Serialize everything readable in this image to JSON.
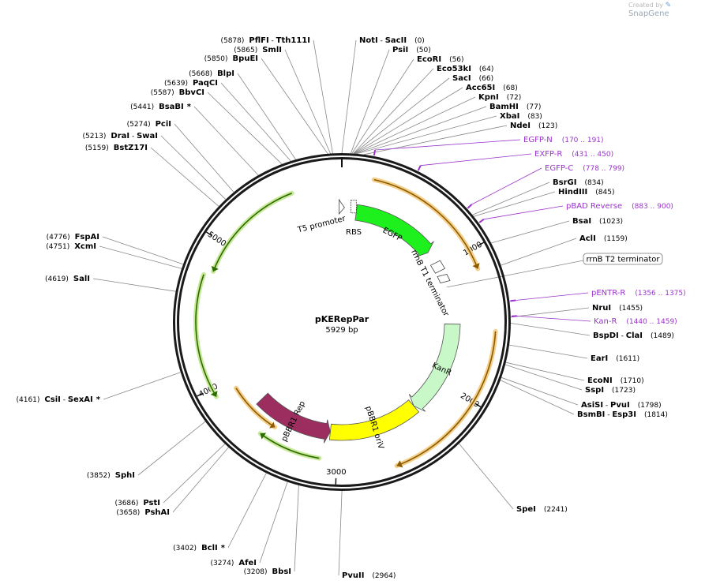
{
  "watermark": {
    "prefix": "Created by",
    "brand": "SnapGene",
    "icon": "snapgene-logo-icon"
  },
  "plasmid": {
    "name": "pKERepPar",
    "size_label": "5929 bp",
    "length": 5929
  },
  "ticks": [
    {
      "pos": 1000,
      "label": "1000"
    },
    {
      "pos": 2000,
      "label": "2000"
    },
    {
      "pos": 3000,
      "label": "3000"
    },
    {
      "pos": 4000,
      "label": "4000"
    },
    {
      "pos": 5000,
      "label": "5000"
    }
  ],
  "features": [
    {
      "id": "t5-promoter",
      "label": "T5 promoter",
      "start": 5895,
      "end": 5929,
      "type": "promoter-box",
      "color": "#ffffff"
    },
    {
      "id": "rbs",
      "label": "RBS",
      "start": 80,
      "end": 100,
      "type": "rbs",
      "color": "#ffffff"
    },
    {
      "id": "egfp",
      "label": "EGFP",
      "start": 123,
      "end": 842,
      "type": "arrow",
      "strand": 1,
      "color": "#1ef01e"
    },
    {
      "id": "rrnb-t1",
      "label": "rrnB T1 terminator",
      "start": 880,
      "end": 1080,
      "type": "terminator",
      "color": "#ffffff"
    },
    {
      "id": "kanr",
      "label": "KanR",
      "start": 1500,
      "end": 2296,
      "type": "arrow",
      "strand": 1,
      "color": "#c8f7c8"
    },
    {
      "id": "pbbr1-oriv",
      "label": "pBBR1 oriV",
      "start": 2296,
      "end": 3063,
      "type": "box",
      "strand": 0,
      "color": "#ffff00"
    },
    {
      "id": "pbbr1-rep",
      "label": "pBBR1 Rep",
      "start": 3063,
      "end": 3724,
      "type": "arrow",
      "strand": -1,
      "color": "#9b2d5f"
    }
  ],
  "orf_arcs": [
    {
      "start": 210,
      "end": 1130,
      "strand": 1,
      "color": "#e69500"
    },
    {
      "start": 1540,
      "end": 2620,
      "strand": 1,
      "color": "#e69500"
    },
    {
      "start": 3120,
      "end": 3560,
      "strand": 1,
      "color": "#2e8b00"
    },
    {
      "start": 3500,
      "end": 3920,
      "strand": -1,
      "color": "#e69500"
    },
    {
      "start": 3940,
      "end": 4760,
      "strand": -1,
      "color": "#2e8b00"
    },
    {
      "start": 4800,
      "end": 5580,
      "strand": -1,
      "color": "#2e8b00"
    }
  ],
  "sites": [
    {
      "name": "NotI",
      "name2": "SacII",
      "pos_label": "(0)",
      "pos": 0
    },
    {
      "name": "PsiI",
      "pos_label": "(50)",
      "pos": 50
    },
    {
      "name": "EcoRI",
      "pos_label": "(56)",
      "pos": 56
    },
    {
      "name": "Eco53kI",
      "pos_label": "(64)",
      "pos": 64
    },
    {
      "name": "SacI",
      "pos_label": "(66)",
      "pos": 66
    },
    {
      "name": "Acc65I",
      "pos_label": "(68)",
      "pos": 68
    },
    {
      "name": "KpnI",
      "pos_label": "(72)",
      "pos": 72
    },
    {
      "name": "BamHI",
      "pos_label": "(77)",
      "pos": 77
    },
    {
      "name": "XbaI",
      "pos_label": "(83)",
      "pos": 83
    },
    {
      "name": "NdeI",
      "pos_label": "(123)",
      "pos": 123
    },
    {
      "name": "BsrGI",
      "pos_label": "(834)",
      "pos": 834
    },
    {
      "name": "HindIII",
      "pos_label": "(845)",
      "pos": 845
    },
    {
      "name": "BsaI",
      "pos_label": "(1023)",
      "pos": 1023
    },
    {
      "name": "AclI",
      "pos_label": "(1159)",
      "pos": 1159
    },
    {
      "name": "NruI",
      "pos_label": "(1455)",
      "pos": 1455
    },
    {
      "name": "BspDI",
      "name2": "ClaI",
      "pos_label": "(1489)",
      "pos": 1489
    },
    {
      "name": "EarI",
      "pos_label": "(1611)",
      "pos": 1611
    },
    {
      "name": "EcoNI",
      "pos_label": "(1710)",
      "pos": 1710
    },
    {
      "name": "SspI",
      "pos_label": "(1723)",
      "pos": 1723
    },
    {
      "name": "AsiSI",
      "name2": "PvuI",
      "pos_label": "(1798)",
      "pos": 1798
    },
    {
      "name": "BsmBI",
      "name2": "Esp3I",
      "pos_label": "(1814)",
      "pos": 1814
    },
    {
      "name": "SpeI",
      "pos_label": "(2241)",
      "pos": 2241
    },
    {
      "name": "PvuII",
      "pos_label": "(2964)",
      "pos": 2964
    },
    {
      "name": "BbsI",
      "pos_label": "(3208)",
      "pos": 3208
    },
    {
      "name": "AfeI",
      "pos_label": "(3274)",
      "pos": 3274
    },
    {
      "name": "BclI",
      "pos_label": "(3402)",
      "pos": 3402,
      "star": "*"
    },
    {
      "name": "PshAI",
      "pos_label": "(3658)",
      "pos": 3658
    },
    {
      "name": "PstI",
      "pos_label": "(3686)",
      "pos": 3686
    },
    {
      "name": "SphI",
      "pos_label": "(3852)",
      "pos": 3852
    },
    {
      "name": "CsiI",
      "name2": "SexAI",
      "pos_label": "(4161)",
      "pos": 4161,
      "star": "*"
    },
    {
      "name": "SalI",
      "pos_label": "(4619)",
      "pos": 4619
    },
    {
      "name": "XcmI",
      "pos_label": "(4751)",
      "pos": 4751
    },
    {
      "name": "FspAI",
      "pos_label": "(4776)",
      "pos": 4776
    },
    {
      "name": "BstZ17I",
      "pos_label": "(5159)",
      "pos": 5159
    },
    {
      "name": "DraI",
      "name2": "SwaI",
      "pos_label": "(5213)",
      "pos": 5213
    },
    {
      "name": "PciI",
      "pos_label": "(5274)",
      "pos": 5274
    },
    {
      "name": "BsaBI",
      "pos_label": "(5441)",
      "pos": 5441,
      "star": "*"
    },
    {
      "name": "BbvCI",
      "pos_label": "(5587)",
      "pos": 5587
    },
    {
      "name": "PaqCI",
      "pos_label": "(5639)",
      "pos": 5639
    },
    {
      "name": "BlpI",
      "pos_label": "(5668)",
      "pos": 5668
    },
    {
      "name": "BpuEI",
      "pos_label": "(5850)",
      "pos": 5850
    },
    {
      "name": "SmlI",
      "pos_label": "(5865)",
      "pos": 5865
    },
    {
      "name": "PflFI",
      "name2": "Tth111I",
      "pos_label": "(5878)",
      "pos": 5878
    }
  ],
  "primers": [
    {
      "name": "EGFP-N",
      "pos_label": "(170 .. 191)",
      "pos": 180
    },
    {
      "name": "EXFP-R",
      "pos_label": "(431 .. 450)",
      "pos": 440
    },
    {
      "name": "EGFP-C",
      "pos_label": "(778 .. 799)",
      "pos": 788
    },
    {
      "name": "pBAD Reverse",
      "pos_label": "(883 .. 900)",
      "pos": 891
    },
    {
      "name": "pENTR-R",
      "pos_label": "(1356 .. 1375)",
      "pos": 1365
    },
    {
      "name": "Kan-R",
      "pos_label": "(1440 .. 1459)",
      "pos": 1450
    }
  ],
  "boxed_labels": [
    {
      "label": "rrnB T2 terminator",
      "pos": 1180
    }
  ]
}
